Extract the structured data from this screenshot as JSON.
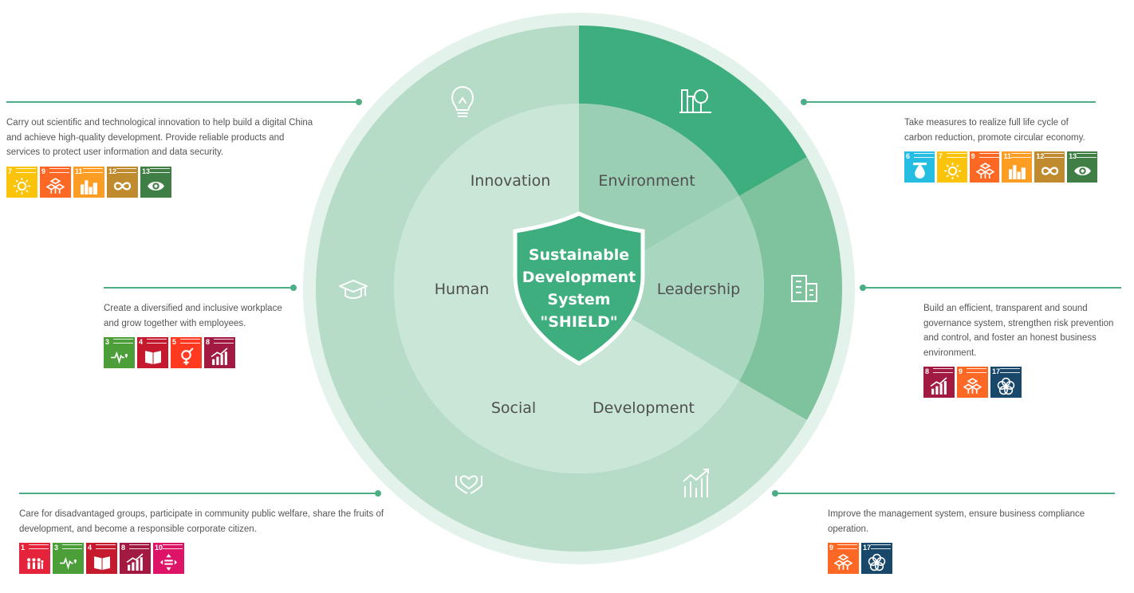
{
  "center": {
    "lines": [
      "Sustainable",
      "Development",
      "System",
      "\"SHIELD\""
    ],
    "color": "#3fae7f"
  },
  "segments": [
    {
      "label": "Innovation",
      "icon": "lightbulb-icon"
    },
    {
      "label": "Environment",
      "icon": "city-tree-icon"
    },
    {
      "label": "Leadership",
      "icon": "building-icon"
    },
    {
      "label": "Development",
      "icon": "growth-chart-icon"
    },
    {
      "label": "Social",
      "icon": "hands-heart-icon"
    },
    {
      "label": "Human",
      "icon": "graduation-cap-icon"
    }
  ],
  "blocks": {
    "innovation": {
      "text": "Carry out scientific and technological innovation to help build a digital China and achieve high-quality development. Provide reliable products and services to protect user information and data security.",
      "goals": [
        7,
        9,
        11,
        12,
        13
      ]
    },
    "human": {
      "text": "Create a diversified and inclusive workplace and grow together with employees.",
      "goals": [
        3,
        4,
        5,
        8
      ]
    },
    "social": {
      "text": "Care for disadvantaged groups, participate in community public welfare, share the fruits of development, and become a responsible corporate citizen.",
      "goals": [
        1,
        3,
        4,
        8,
        10
      ]
    },
    "environment": {
      "text": "Take measures to realize full life cycle of carbon reduction, promote circular economy.",
      "goals": [
        6,
        7,
        9,
        11,
        12,
        13
      ]
    },
    "leadership": {
      "text": "Build an efficient, transparent and sound governance system, strengthen risk prevention and control, and foster an honest business environment.",
      "goals": [
        8,
        9,
        17
      ]
    },
    "development": {
      "text": "Improve the management system, ensure business compliance operation.",
      "goals": [
        9,
        17
      ]
    }
  },
  "sdg_colors": {
    "1": "#e5243b",
    "3": "#4c9f38",
    "4": "#c5192d",
    "5": "#ff3a21",
    "6": "#26bde2",
    "7": "#fcc30b",
    "8": "#a21942",
    "9": "#fd6925",
    "10": "#dd1367",
    "11": "#fd9d24",
    "12": "#bf8b2e",
    "13": "#3f7e44",
    "17": "#19486a"
  },
  "sdg_icons": {
    "1": "people-icon",
    "3": "heartbeat-icon",
    "4": "book-icon",
    "5": "gender-icon",
    "6": "water-drop-icon",
    "7": "sun-icon",
    "8": "rising-chart-icon",
    "9": "cubes-icon",
    "10": "equality-icon",
    "11": "buildings-icon",
    "12": "infinity-icon",
    "13": "eye-globe-icon",
    "17": "flower-rings-icon"
  },
  "colors": {
    "accent": "#4cae85",
    "halo": "#e3f2ea",
    "environment_outer": "#3fae7f",
    "leadership_outer": "#7ec39d",
    "outer_default": "#b6dcc8",
    "inner_light": "#c9e6d7",
    "inner_environment": "#9bcfb4",
    "inner_leadership": "#a9d6bf"
  }
}
